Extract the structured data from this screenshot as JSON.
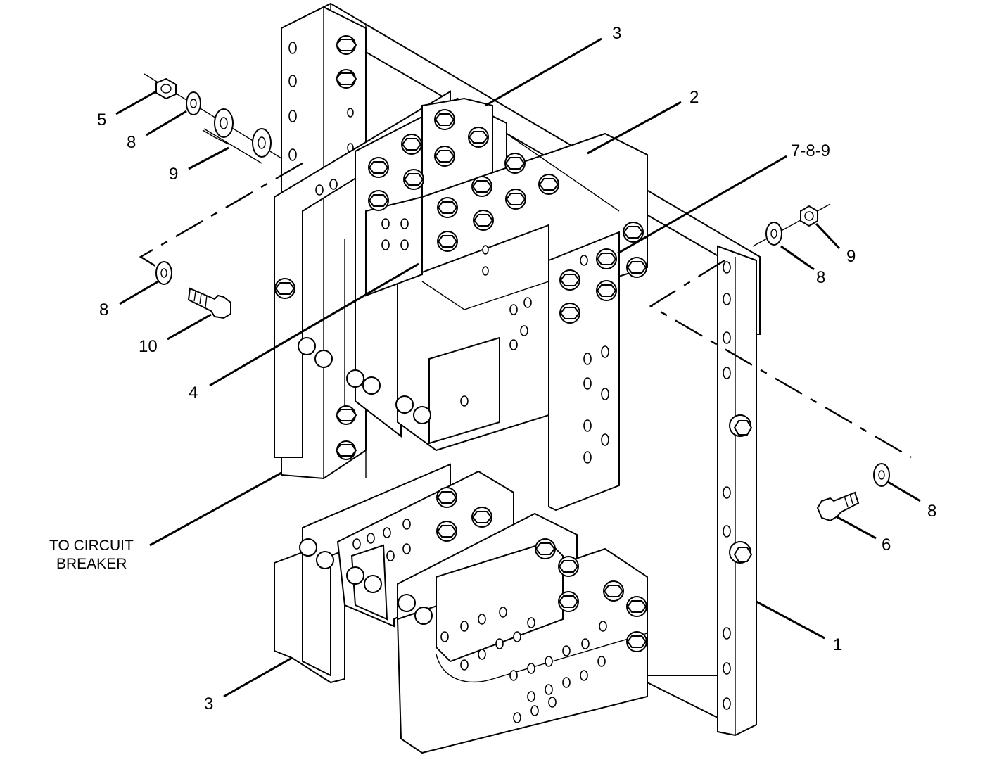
{
  "figure": {
    "callouts": [
      {
        "id": "callout-3-top",
        "text": "3"
      },
      {
        "id": "callout-2",
        "text": "2"
      },
      {
        "id": "callout-7-8-9",
        "text": "7-8-9"
      },
      {
        "id": "callout-5",
        "text": "5"
      },
      {
        "id": "callout-8-upper-left",
        "text": "8"
      },
      {
        "id": "callout-9-left",
        "text": "9"
      },
      {
        "id": "callout-9-right",
        "text": "9"
      },
      {
        "id": "callout-8-upper-right",
        "text": "8"
      },
      {
        "id": "callout-8-mid-left",
        "text": "8"
      },
      {
        "id": "callout-10",
        "text": "10"
      },
      {
        "id": "callout-4",
        "text": "4"
      },
      {
        "id": "callout-8-lower-right",
        "text": "8"
      },
      {
        "id": "callout-6",
        "text": "6"
      },
      {
        "id": "callout-1",
        "text": "1"
      },
      {
        "id": "callout-3-bottom",
        "text": "3"
      }
    ],
    "note_line1": "TO CIRCUIT",
    "note_line2": "BREAKER"
  }
}
